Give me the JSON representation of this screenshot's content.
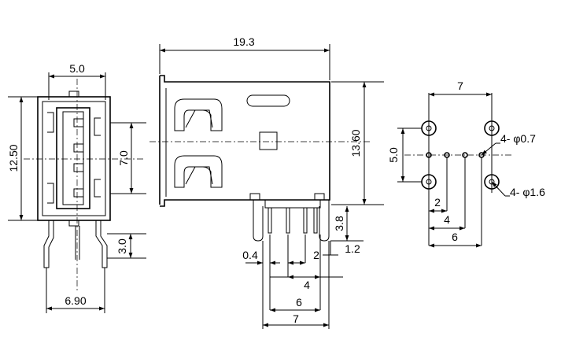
{
  "front_view": {
    "width_top": "5.0",
    "height_left": "12.50",
    "inner_height": "7.0",
    "pin_length": "3.0",
    "width_bottom": "6.90"
  },
  "side_view": {
    "length_top": "19.3",
    "height_right": "13.60",
    "pin_length": "3.8",
    "offset_left": "0.4",
    "pin_pitch_1": "2",
    "pin_pitch_2": "4",
    "pin_pitch_3": "6",
    "pin_pitch_4": "7",
    "pin_dia": "1.2"
  },
  "pcb_layout": {
    "width_top": "7",
    "height_left": "5.0",
    "small_holes": "4- φ0.7",
    "large_holes": "4- φ1.6",
    "pitch_1": "2",
    "pitch_2": "4",
    "pitch_3": "6"
  }
}
